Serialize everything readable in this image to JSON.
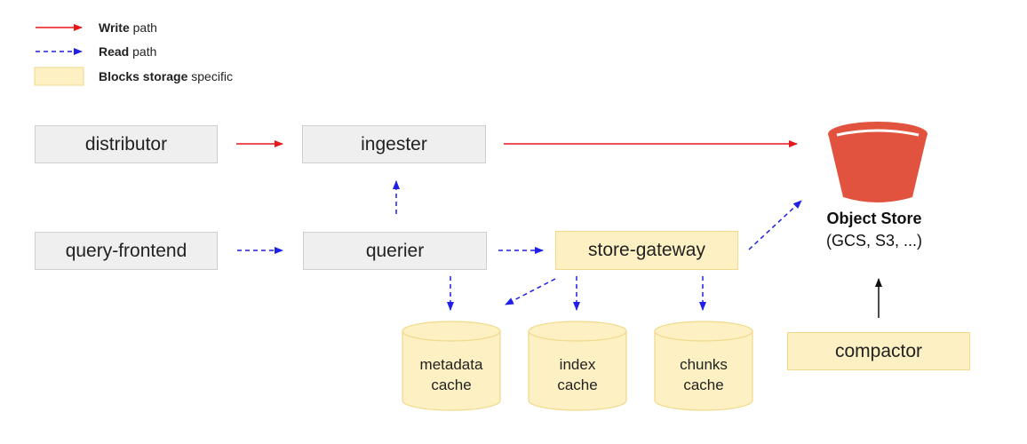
{
  "legend": {
    "write_bold": "Write",
    "write_rest": " path",
    "read_bold": "Read",
    "read_rest": " path",
    "blocks_bold": "Blocks storage",
    "blocks_rest": " specific"
  },
  "nodes": {
    "distributor": "distributor",
    "ingester": "ingester",
    "query_frontend": "query-frontend",
    "querier": "querier",
    "store_gateway": "store-gateway",
    "compactor": "compactor"
  },
  "caches": {
    "metadata": [
      "metadata",
      "cache"
    ],
    "index": [
      "index",
      "cache"
    ],
    "chunks": [
      "chunks",
      "cache"
    ]
  },
  "object_store": {
    "title": "Object Store",
    "subtitle": "(GCS, S3, ...)"
  },
  "colors": {
    "write": "#e8171c",
    "read": "#1f1fe6",
    "box_gray": "#efefef",
    "box_yellow": "#fdf1c4",
    "bucket": "#e2533f"
  }
}
